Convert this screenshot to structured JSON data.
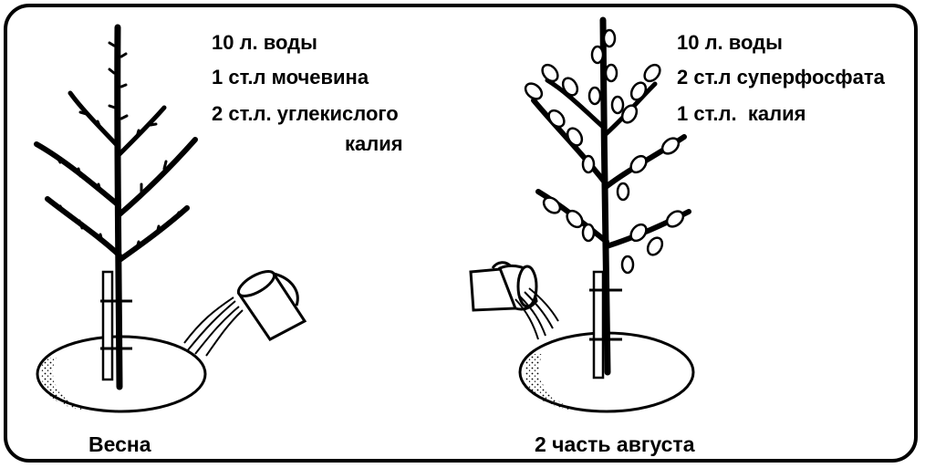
{
  "spring": {
    "lines": [
      "10 л. воды",
      "1 ст.л мочевина",
      "2 ст.л. углекислого",
      "калия"
    ],
    "caption": "Весна"
  },
  "august": {
    "lines": [
      "10 л. воды",
      "2 ст.л суперфосфата",
      "1 ст.л.  калия"
    ],
    "caption": "2 часть августа"
  },
  "icons": [
    "tree-bare-icon",
    "tree-leafy-icon",
    "bucket-icon",
    "stake-icon",
    "soil-circle-icon"
  ],
  "colors": {
    "ink": "#000000",
    "paper": "#ffffff"
  }
}
